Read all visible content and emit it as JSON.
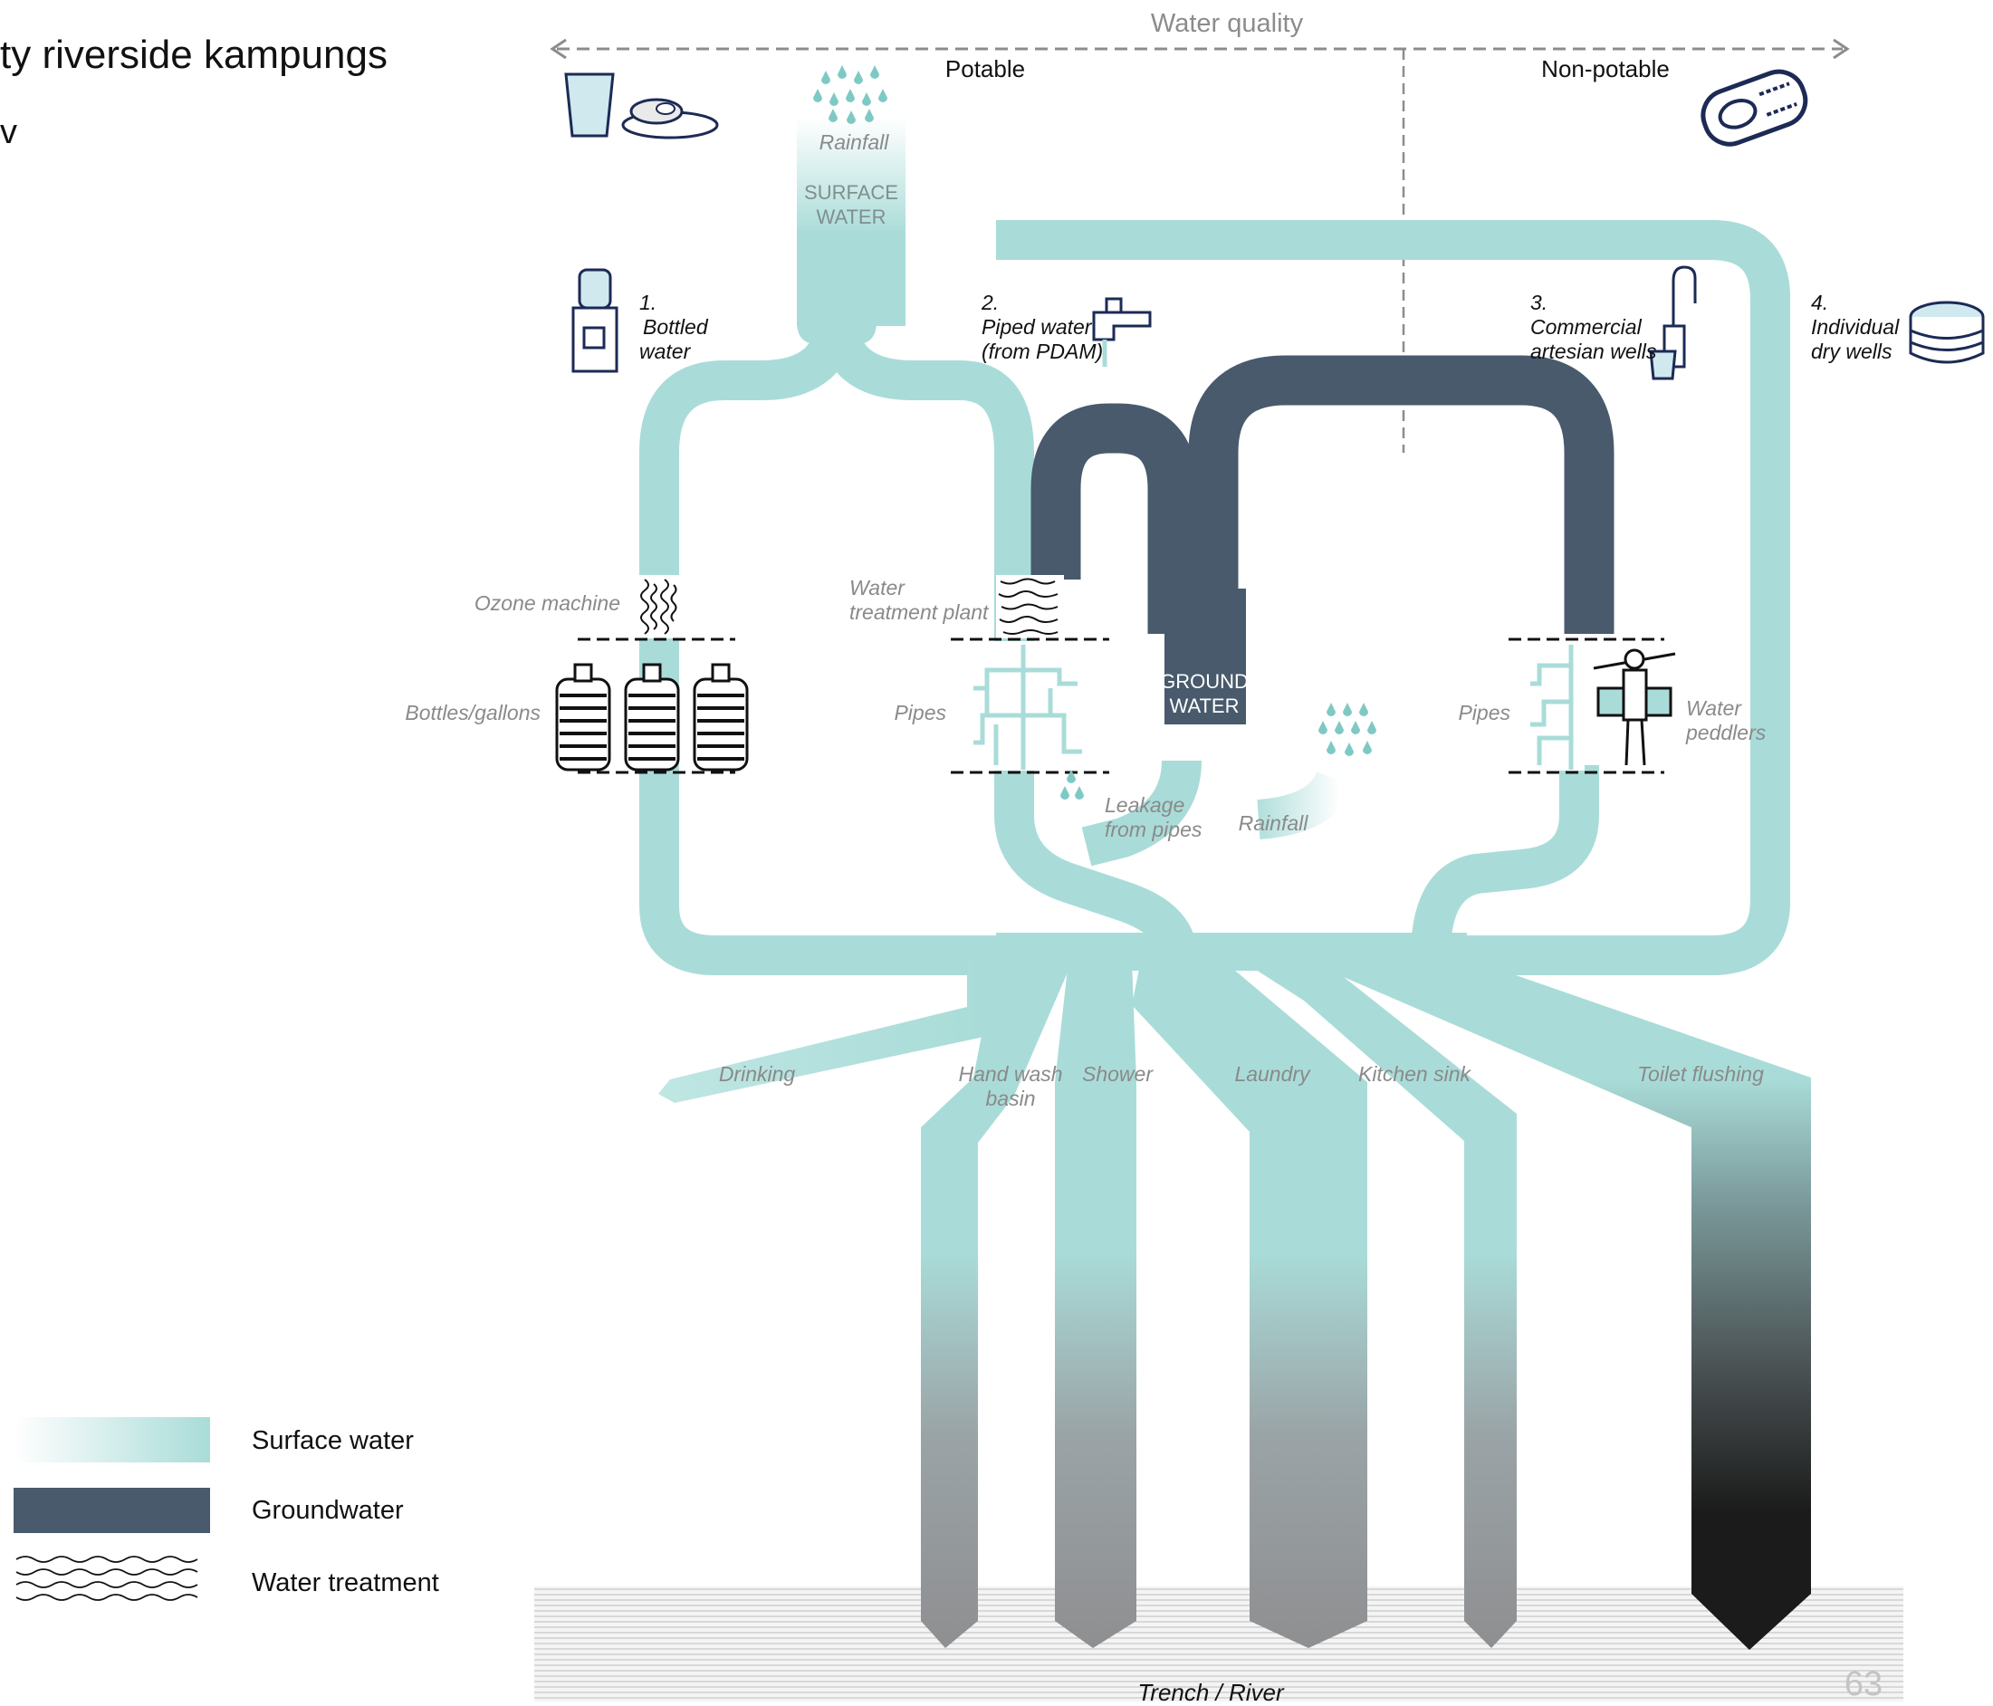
{
  "page": {
    "title_fragment": "ty riverside kampungs",
    "subtitle_fragment": "v",
    "page_number": "63"
  },
  "colors": {
    "surface_water": "#a9dcd8",
    "groundwater": "#485a6c",
    "grey_drain": "#8f8f90",
    "black_drain": "#1b1b1b",
    "axis": "#8c8c8c",
    "icon_blue": "#1c2a55"
  },
  "quality_axis": {
    "title": "Water quality",
    "left": "Potable",
    "right": "Non-potable"
  },
  "sources": [
    {
      "number": "1.",
      "line1": "Bottled",
      "line2": "water",
      "icon": "water-dispenser-icon"
    },
    {
      "number": "2.",
      "line1": "Piped water",
      "line2": "(from PDAM)",
      "icon": "tap-icon"
    },
    {
      "number": "3.",
      "line1": "Commercial",
      "line2": "artesian wells",
      "icon": "hand-pump-icon"
    },
    {
      "number": "4.",
      "line1": "Individual",
      "line2": "dry wells",
      "icon": "dry-well-icon"
    }
  ],
  "labels": {
    "rainfall_top": "Rainfall",
    "surface_water_1": "SURFACE",
    "surface_water_2": "WATER",
    "ground_water_1": "GROUND",
    "ground_water_2": "WATER",
    "ozone_machine": "Ozone machine",
    "bottles_gallons": "Bottles/gallons",
    "water_treatment_1": "Water",
    "water_treatment_2": "treatment plant",
    "pipes_left": "Pipes",
    "pipes_right": "Pipes",
    "water_peddlers_1": "Water",
    "water_peddlers_2": "peddlers",
    "leakage_1": "Leakage",
    "leakage_2": "from pipes",
    "rainfall_ground": "Rainfall",
    "trench_river": "Trench /  River"
  },
  "uses": [
    {
      "label": "Drinking"
    },
    {
      "label": "Hand wash",
      "label2": "basin"
    },
    {
      "label": "Shower"
    },
    {
      "label": "Laundry"
    },
    {
      "label": "Kitchen sink"
    },
    {
      "label": "Toilet flushing"
    }
  ],
  "legend": [
    {
      "label": "Surface water"
    },
    {
      "label": "Groundwater"
    },
    {
      "label": "Water treatment"
    }
  ]
}
